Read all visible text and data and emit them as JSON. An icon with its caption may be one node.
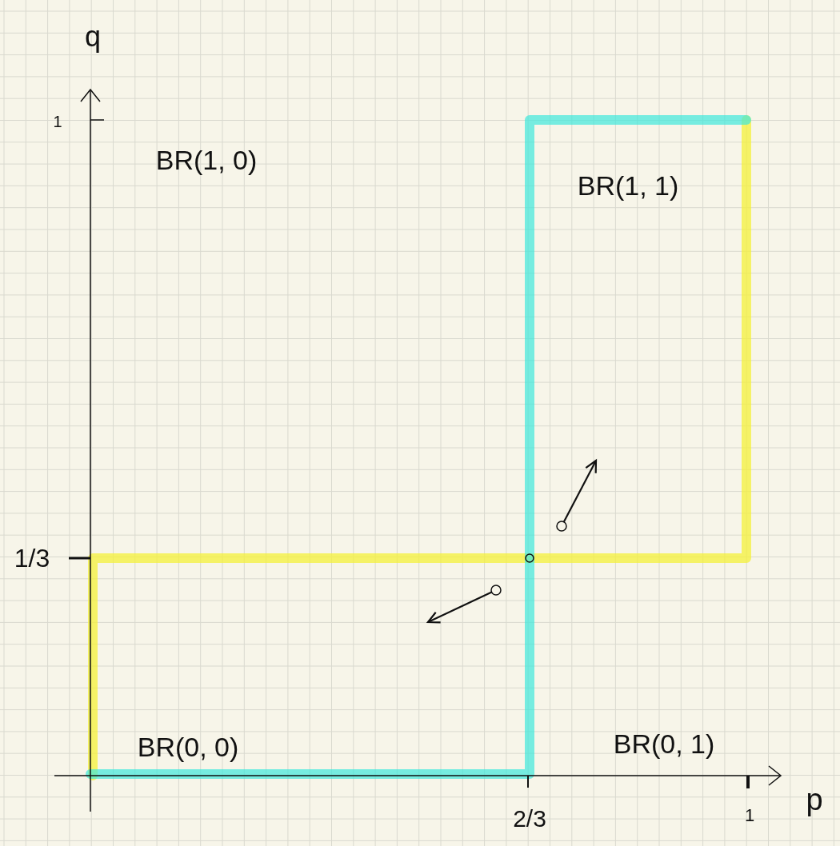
{
  "diagram": {
    "labels": [
      "q",
      "1",
      "BR(1, 0)",
      "BR(1, 1)",
      "1/3",
      "BR(0, 0)",
      "BR(0, 1)",
      "2/3",
      "1",
      "p"
    ]
  }
}
